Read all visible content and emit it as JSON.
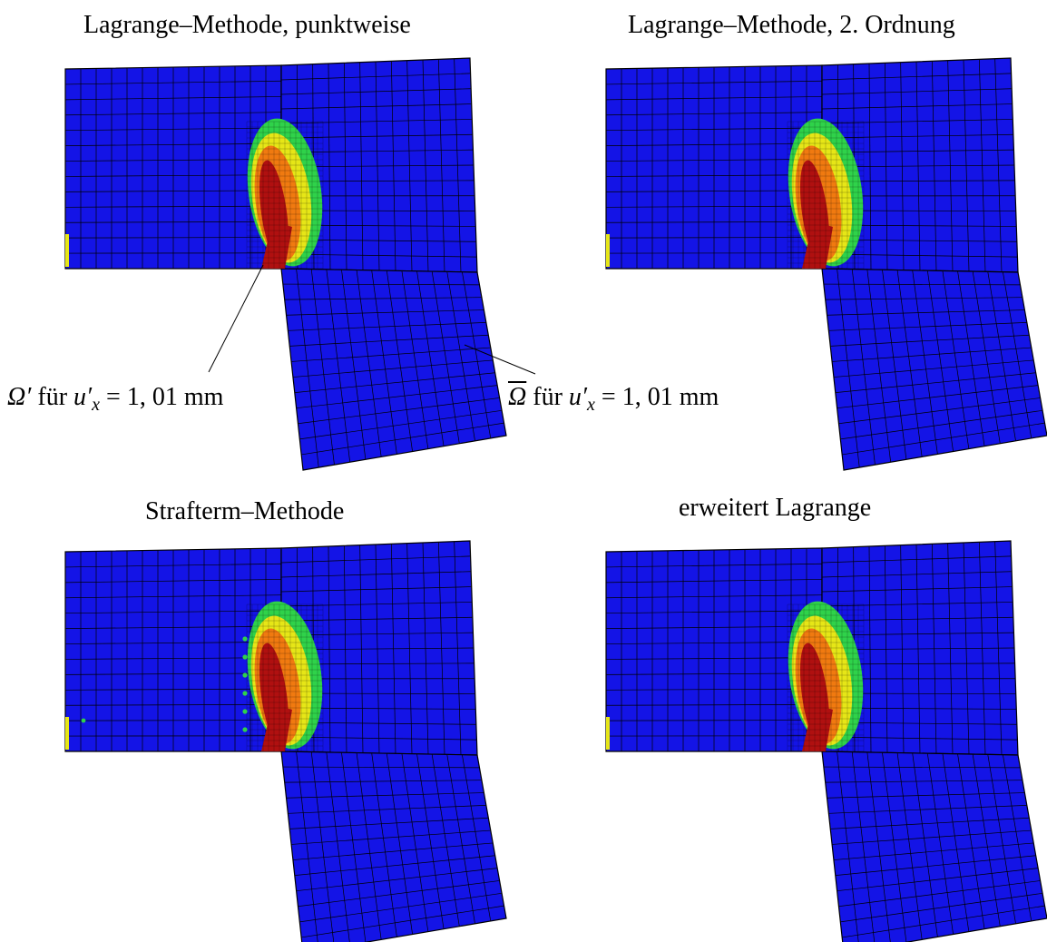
{
  "panels": [
    {
      "title": "Lagrange–Methode, punktweise"
    },
    {
      "title": "Lagrange–Methode, 2. Ordnung"
    },
    {
      "title": "Strafterm–Methode"
    },
    {
      "title": "erweitert Lagrange"
    }
  ],
  "annotations": {
    "omega_prime": {
      "symbol": "Ω′",
      "text": "für",
      "var": "u′",
      "sub": "x",
      "eq": "= 1, 01 mm"
    },
    "omega_bar": {
      "symbol": "Ω",
      "text": "für",
      "var": "u′",
      "sub": "x",
      "eq": "= 1, 01 mm"
    }
  },
  "colors": {
    "mesh_fill": "#1414e6",
    "mesh_line": "#000000",
    "ring_green": "#2fd24a",
    "ring_yellow": "#e6e617",
    "ring_orange": "#f07a10",
    "core_red": "#b01010"
  }
}
